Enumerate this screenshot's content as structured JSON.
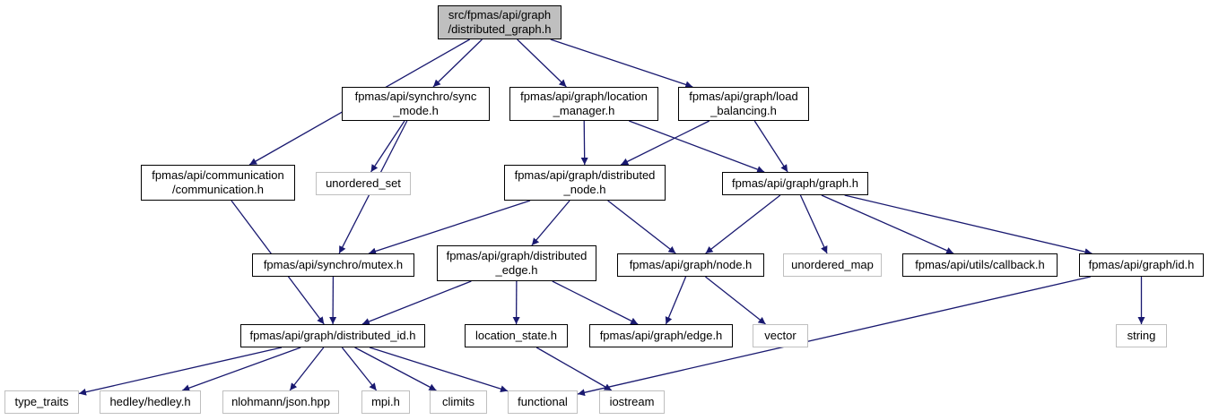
{
  "colors": {
    "edge": "#191970",
    "border": "#000000",
    "external_border": "#bfbfbf",
    "root_fill": "#bfbfbf"
  },
  "nodes": {
    "root": {
      "line1": "src/fpmas/api/graph",
      "line2": "/distributed_graph.h"
    },
    "sync_mode": {
      "line1": "fpmas/api/synchro/sync",
      "line2": "_mode.h"
    },
    "location_manager": {
      "line1": "fpmas/api/graph/location",
      "line2": "_manager.h"
    },
    "load_balancing": {
      "line1": "fpmas/api/graph/load",
      "line2": "_balancing.h"
    },
    "communication": {
      "line1": "fpmas/api/communication",
      "line2": "/communication.h"
    },
    "unordered_set": {
      "line1": "unordered_set"
    },
    "distributed_node": {
      "line1": "fpmas/api/graph/distributed",
      "line2": "_node.h"
    },
    "graph": {
      "line1": "fpmas/api/graph/graph.h"
    },
    "mutex": {
      "line1": "fpmas/api/synchro/mutex.h"
    },
    "distributed_edge": {
      "line1": "fpmas/api/graph/distributed",
      "line2": "_edge.h"
    },
    "node": {
      "line1": "fpmas/api/graph/node.h"
    },
    "unordered_map": {
      "line1": "unordered_map"
    },
    "callback": {
      "line1": "fpmas/api/utils/callback.h"
    },
    "id": {
      "line1": "fpmas/api/graph/id.h"
    },
    "distributed_id": {
      "line1": "fpmas/api/graph/distributed_id.h"
    },
    "location_state": {
      "line1": "location_state.h"
    },
    "edge": {
      "line1": "fpmas/api/graph/edge.h"
    },
    "vector": {
      "line1": "vector"
    },
    "string": {
      "line1": "string"
    },
    "type_traits": {
      "line1": "type_traits"
    },
    "hedley": {
      "line1": "hedley/hedley.h"
    },
    "json": {
      "line1": "nlohmann/json.hpp"
    },
    "mpi": {
      "line1": "mpi.h"
    },
    "climits": {
      "line1": "climits"
    },
    "functional": {
      "line1": "functional"
    },
    "iostream": {
      "line1": "iostream"
    }
  },
  "edges": [
    [
      "root",
      "communication"
    ],
    [
      "root",
      "sync_mode"
    ],
    [
      "root",
      "location_manager"
    ],
    [
      "root",
      "load_balancing"
    ],
    [
      "sync_mode",
      "unordered_set"
    ],
    [
      "sync_mode",
      "mutex"
    ],
    [
      "location_manager",
      "distributed_node"
    ],
    [
      "location_manager",
      "graph"
    ],
    [
      "load_balancing",
      "distributed_node"
    ],
    [
      "load_balancing",
      "graph"
    ],
    [
      "communication",
      "distributed_id"
    ],
    [
      "distributed_node",
      "mutex"
    ],
    [
      "distributed_node",
      "distributed_edge"
    ],
    [
      "distributed_node",
      "node"
    ],
    [
      "graph",
      "node"
    ],
    [
      "graph",
      "unordered_map"
    ],
    [
      "graph",
      "callback"
    ],
    [
      "graph",
      "id"
    ],
    [
      "mutex",
      "distributed_id"
    ],
    [
      "distributed_edge",
      "distributed_id"
    ],
    [
      "distributed_edge",
      "location_state"
    ],
    [
      "distributed_edge",
      "edge"
    ],
    [
      "node",
      "edge"
    ],
    [
      "node",
      "vector"
    ],
    [
      "id",
      "functional"
    ],
    [
      "id",
      "string"
    ],
    [
      "distributed_id",
      "type_traits"
    ],
    [
      "distributed_id",
      "hedley"
    ],
    [
      "distributed_id",
      "json"
    ],
    [
      "distributed_id",
      "mpi"
    ],
    [
      "distributed_id",
      "climits"
    ],
    [
      "distributed_id",
      "functional"
    ],
    [
      "location_state",
      "iostream"
    ]
  ]
}
